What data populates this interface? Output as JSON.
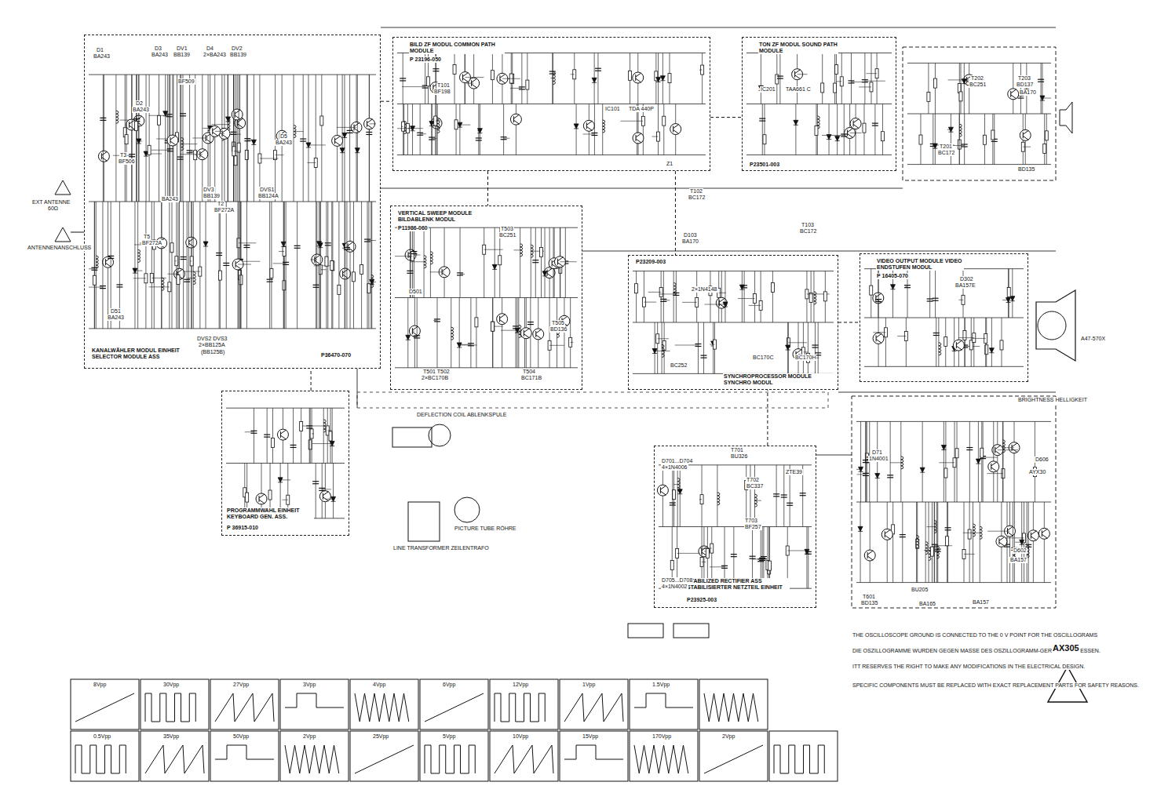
{
  "diagram": {
    "nodes": [
      {
        "text": [
          "KANALWÄHLER MODUL EINHEIT SELECTOR MODULE ASS",
          "P36470-070"
        ]
      },
      {
        "text": [
          "BILD ZF MODUL COMMON PATH MODULE",
          "P 23196-050"
        ]
      },
      {
        "text": [
          "TON ZF MODUL SOUND PATH MODULE",
          "P23501-003"
        ]
      },
      {
        "text": [
          "VERTICAL SWEEP MODULE BILDABLENK MODUL",
          "P11986-060"
        ]
      },
      {
        "text": [
          "P23209-003",
          "SYNCHROPROCESSOR MODULE SYNCHRO MODUL"
        ]
      },
      {
        "text": [
          "VIDEO OUTPUT MODULE VIDEO ENDSTUFEN MODUL",
          "P 16405-070"
        ]
      },
      {
        "text": [
          "PROGRAMMWAHL EINHEIT KEYBOARD GEN. ASS.",
          "P 36915-010"
        ]
      },
      {
        "text": [
          "STABILIZED RECTIFIER ASS STABILISIERTER NETZTEIL EINHEIT",
          "P23925-003"
        ]
      }
    ],
    "edges": [
      {
        "from": 0,
        "to": 1,
        "arrow": "none"
      },
      {
        "from": 1,
        "to": 2,
        "arrow": "none"
      },
      {
        "from": 1,
        "to": 3,
        "arrow": "none"
      },
      {
        "from": 1,
        "to": 4,
        "arrow": "none"
      },
      {
        "from": 4,
        "to": 5,
        "arrow": "none"
      },
      {
        "from": 6,
        "to": 0,
        "arrow": "none"
      },
      {
        "from": 7,
        "to": 4,
        "arrow": "none"
      }
    ],
    "labels": [
      "D1",
      "BA243",
      "D3",
      "BA243",
      "DV1",
      "BB139",
      "D4",
      "2×BA243",
      "DV2",
      "BB139",
      "BF509",
      "D2",
      "BA243",
      "D5",
      "BA243",
      "T3",
      "BF506",
      "BA243",
      "DV3",
      "BB139",
      "T2",
      "BF272A",
      "DVS1",
      "BB124A",
      "T5",
      "BF272A",
      "D51",
      "BA243",
      "DVS2 DVS3",
      "2×BB125A",
      "(BB125B)",
      "EXT ANTENNE",
      "60Ω",
      "ANTENNENANSCHLUSS",
      "T101",
      "BF198",
      "IC101",
      "TDA 440P",
      "Z1",
      "T102",
      "BC172",
      "D103",
      "BA170",
      "T103",
      "BC172",
      "IC201",
      "TAA661 C",
      "T202",
      "BC251",
      "T203",
      "BD137",
      "BA170",
      "T201",
      "BC172",
      "BD135",
      "T503",
      "BC251",
      "D501",
      "T505",
      "BD136",
      "T501 T502",
      "2×BC170B",
      "T504",
      "BC171B",
      "2×1N4148",
      "BC170C",
      "BC170H",
      "BC252",
      "D302",
      "BA157E",
      "A47-570X",
      "BRIGHTNESS HELLIGKEIT",
      "D606",
      "AYX30",
      "D71",
      "1N4001",
      "D602",
      "BA157",
      "BU205",
      "BA165",
      "BA157",
      "T601",
      "BD135",
      "T701",
      "BU326",
      "D701...D704",
      "4×1N4006",
      "T702",
      "BC337",
      "T703",
      "BF257",
      "D705...D708",
      "4×1N4002",
      "ZTE39",
      "DEFLECTION COIL ABLENKSPULE",
      "LINE TRANSFORMER ZEILENTRAFO",
      "PICTURE TUBE RÖHRE",
      "THE OSCILLOSCOPE GROUND IS CONNECTED TO THE 0 V POINT FOR THE OSCILLOGRAMS",
      "DIE OSZILLOGRAMME WURDEN GEGEN MASSE DES OSZILLOGRAMM-GERÄTES GEMESSEN.",
      "ITT RESERVES THE RIGHT TO MAKE ANY MODIFICATIONS IN THE ELECTRICAL DESIGN.",
      "SPECIFIC COMPONENTS MUST BE REPLACED WITH EXACT REPLACEMENT PARTS FOR SAFETY REASONS.",
      "AX305",
      "8Vpp",
      "30Vpp",
      "27Vpp",
      "3Vpp",
      "4Vpp",
      "6Vpp",
      "12Vpp",
      "1Vpp",
      "1.5Vpp",
      "0.5Vpp",
      "35Vpp",
      "50Vpp",
      "2Vpp",
      "25Vpp",
      "5Vpp",
      "10Vpp",
      "15Vpp",
      "170Vpp",
      "2Vpp"
    ]
  }
}
